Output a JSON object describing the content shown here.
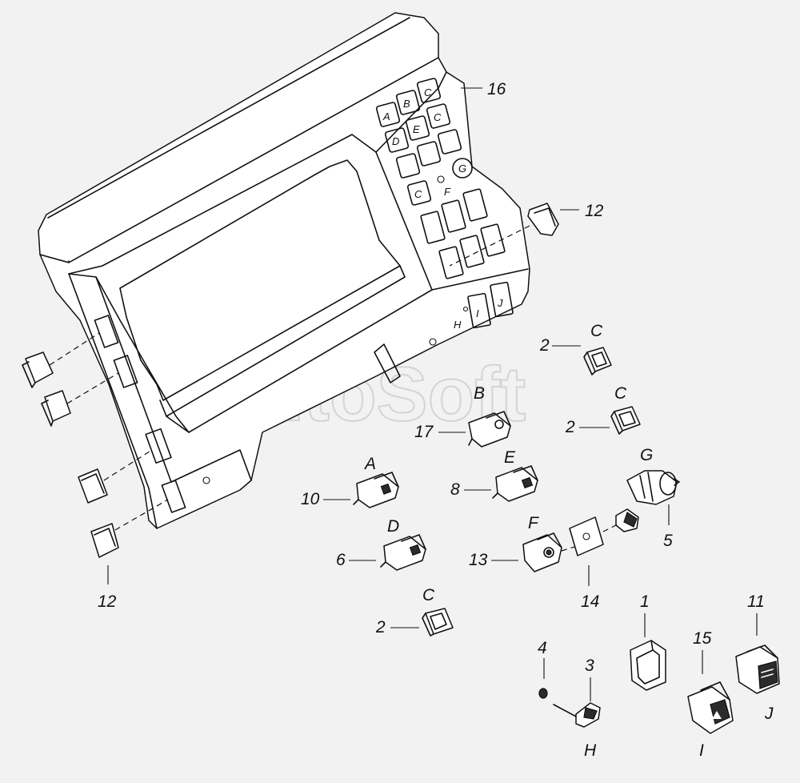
{
  "watermark": "AutoSoft",
  "panel_keys": {
    "a": "A",
    "b": "B",
    "c": "C",
    "d": "D",
    "e": "E",
    "f": "F",
    "g": "G",
    "h": "H",
    "i": "I",
    "j": "J"
  },
  "callouts": {
    "panel": "16",
    "plug_right": "12",
    "plug_left": "12",
    "switch_b_num": "17",
    "switch_a_num": "10",
    "switch_e_num": "8",
    "switch_d_num": "6",
    "warning_f_num": "13",
    "plate_num": "14",
    "ignition_num": "5",
    "cap_c_top_num": "2",
    "cap_c_mid_num": "2",
    "cap_c_low_num": "2",
    "nut_num": "4",
    "key_num": "3",
    "frame_num": "1",
    "hazard_num": "15",
    "block_num": "11"
  },
  "letters": {
    "c_top": "C",
    "c_mid": "C",
    "c_low": "C",
    "b": "B",
    "a": "A",
    "e": "E",
    "d": "D",
    "f": "F",
    "g": "G",
    "h": "H",
    "i": "I",
    "j": "J"
  },
  "colors": {
    "line": "#111111",
    "background": "#f2f2f2",
    "watermark": "#d4d4d4"
  }
}
